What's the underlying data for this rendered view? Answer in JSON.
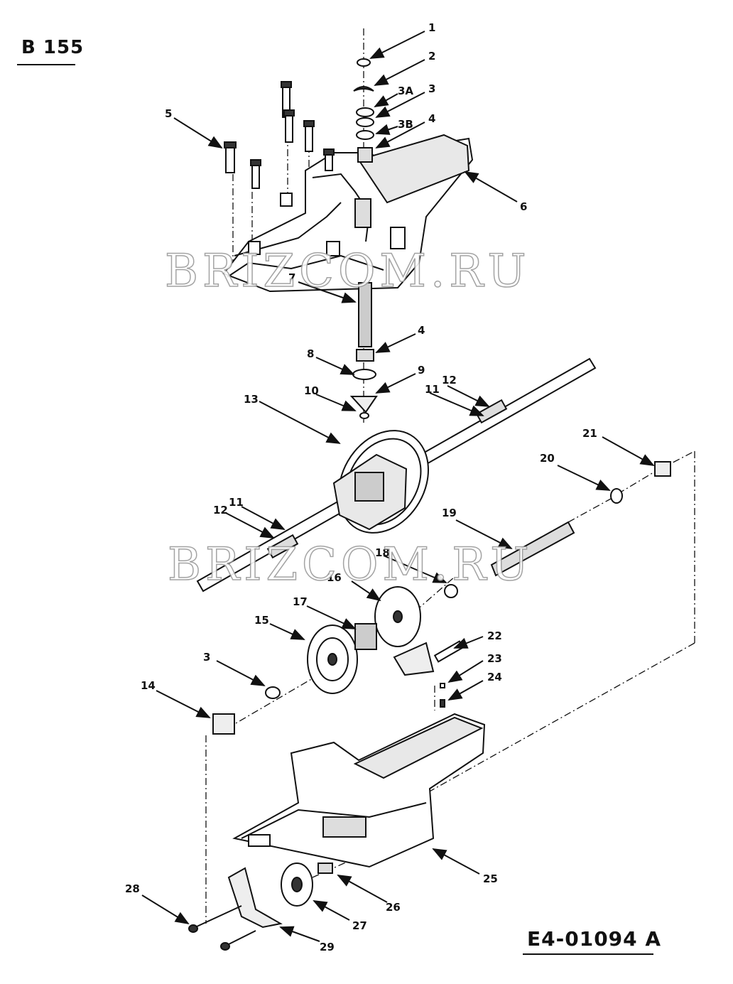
{
  "codes": {
    "model": "B 155",
    "part_code": "E4-01094 A"
  },
  "watermark": "BRIZCOM.RU",
  "callouts": [
    "1",
    "2",
    "3A",
    "3",
    "3B",
    "4",
    "5",
    "6",
    "7",
    "4",
    "8",
    "9",
    "10",
    "11",
    "12",
    "13",
    "11",
    "12",
    "19",
    "21",
    "20",
    "18",
    "16",
    "17",
    "15",
    "22",
    "23",
    "24",
    "3",
    "14",
    "25",
    "26",
    "27",
    "28",
    "29"
  ]
}
